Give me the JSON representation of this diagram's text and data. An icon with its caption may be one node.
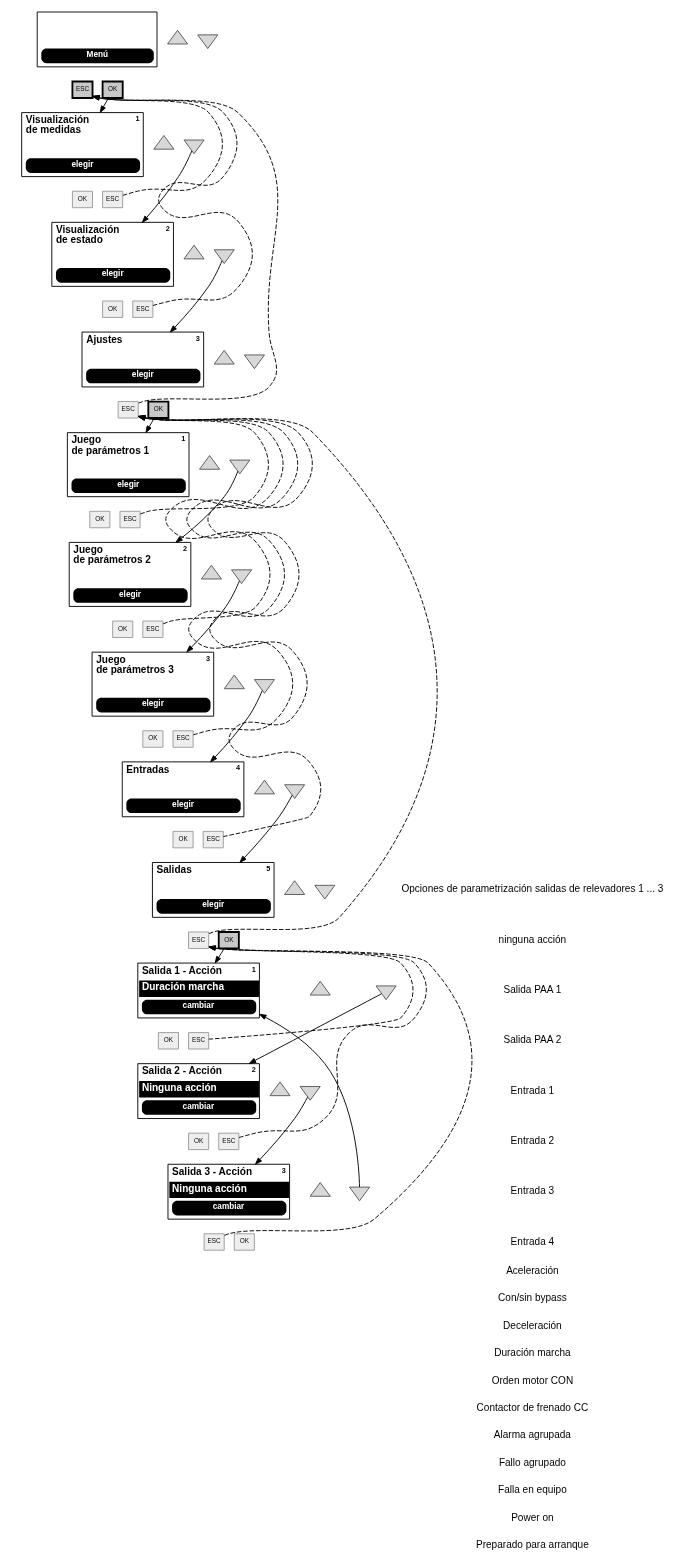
{
  "diagram": {
    "nodes": [
      {
        "text": [
          "Menú"
        ]
      },
      {
        "text": [],
        "shape": "triangle"
      },
      {
        "text": [],
        "shape": "invtriangle"
      },
      {
        "text": [
          "ESC"
        ]
      },
      {
        "text": [
          "OK"
        ]
      },
      {
        "text": [
          "Visualización de medidas",
          "1",
          "elegir"
        ]
      },
      {
        "text": [],
        "shape": "triangle"
      },
      {
        "text": [],
        "shape": "invtriangle"
      },
      {
        "text": [
          "ESC"
        ]
      },
      {
        "text": [
          "OK"
        ]
      },
      {
        "text": [
          "Visualización de estado",
          "2",
          "elegir"
        ]
      },
      {
        "text": [],
        "shape": "triangle"
      },
      {
        "text": [],
        "shape": "invtriangle"
      },
      {
        "text": [
          "ESC"
        ]
      },
      {
        "text": [
          "OK"
        ]
      },
      {
        "text": [
          "Ajustes",
          "3",
          "elegir"
        ]
      },
      {
        "text": [],
        "shape": "triangle"
      },
      {
        "text": [],
        "shape": "invtriangle"
      },
      {
        "text": [
          "ESC"
        ]
      },
      {
        "text": [
          "OK"
        ]
      },
      {
        "text": [
          "Juego de parámetros 1",
          "1",
          "elegir"
        ]
      },
      {
        "text": [],
        "shape": "triangle"
      },
      {
        "text": [],
        "shape": "invtriangle"
      },
      {
        "text": [
          "ESC"
        ]
      },
      {
        "text": [
          "OK"
        ]
      },
      {
        "text": [
          "Juego de parámetros 2",
          "2",
          "elegir"
        ]
      },
      {
        "text": [],
        "shape": "triangle"
      },
      {
        "text": [],
        "shape": "invtriangle"
      },
      {
        "text": [
          "ESC"
        ]
      },
      {
        "text": [
          "OK"
        ]
      },
      {
        "text": [
          "Juego de parámetros 3",
          "3",
          "elegir"
        ]
      },
      {
        "text": [],
        "shape": "triangle"
      },
      {
        "text": [],
        "shape": "invtriangle"
      },
      {
        "text": [
          "ESC"
        ]
      },
      {
        "text": [
          "OK"
        ]
      },
      {
        "text": [
          "Entradas",
          "4",
          "elegir"
        ]
      },
      {
        "text": [],
        "shape": "triangle"
      },
      {
        "text": [],
        "shape": "invtriangle"
      },
      {
        "text": [
          "ESC"
        ]
      },
      {
        "text": [
          "OK"
        ]
      },
      {
        "text": [
          "Salidas",
          "5",
          "elegir"
        ]
      },
      {
        "text": [],
        "shape": "triangle"
      },
      {
        "text": [],
        "shape": "invtriangle"
      },
      {
        "text": [
          "ESC"
        ]
      },
      {
        "text": [
          "OK"
        ]
      },
      {
        "text": [
          "Salida 1 - Acción",
          "1",
          "Duración marcha",
          "cambiar"
        ]
      },
      {
        "text": [],
        "shape": "triangle"
      },
      {
        "text": [],
        "shape": "invtriangle"
      },
      {
        "text": [
          "ESC"
        ]
      },
      {
        "text": [
          "OK"
        ]
      },
      {
        "text": [
          "Salida 2 - Acción",
          "2",
          "Ninguna acción",
          "cambiar"
        ]
      },
      {
        "text": [],
        "shape": "triangle"
      },
      {
        "text": [],
        "shape": "invtriangle"
      },
      {
        "text": [
          "ESC"
        ]
      },
      {
        "text": [
          "OK"
        ]
      },
      {
        "text": [
          "Salida 3 - Acción",
          "3",
          "Ninguna acción",
          "cambiar"
        ]
      },
      {
        "text": [],
        "shape": "triangle"
      },
      {
        "text": [],
        "shape": "invtriangle"
      },
      {
        "text": [
          "ESC"
        ]
      },
      {
        "text": [
          "OK"
        ]
      }
    ],
    "edges": [
      {
        "from": 4,
        "to": 5,
        "arrow": "to"
      },
      {
        "from": 7,
        "to": 10,
        "arrow": "to"
      },
      {
        "from": 12,
        "to": 15,
        "arrow": "to"
      },
      {
        "from": 19,
        "to": 20,
        "arrow": "to"
      },
      {
        "from": 22,
        "to": 25,
        "arrow": "to"
      },
      {
        "from": 27,
        "to": 30,
        "arrow": "to"
      },
      {
        "from": 32,
        "to": 35,
        "arrow": "to"
      },
      {
        "from": 37,
        "to": 40,
        "arrow": "to"
      },
      {
        "from": 44,
        "to": 45,
        "arrow": "to"
      },
      {
        "from": 47,
        "to": 50,
        "arrow": "to"
      },
      {
        "from": 52,
        "to": 55,
        "arrow": "to"
      },
      {
        "from": 57,
        "to": 45,
        "arrow": "to"
      },
      {
        "from": 8,
        "to": 3,
        "arrow": "to",
        "style": "dashed"
      },
      {
        "from": 13,
        "to": 3,
        "arrow": "to",
        "style": "dashed"
      },
      {
        "from": 18,
        "to": 3,
        "arrow": "to",
        "style": "dashed"
      },
      {
        "from": 23,
        "to": 18,
        "arrow": "to",
        "style": "dashed"
      },
      {
        "from": 28,
        "to": 18,
        "arrow": "to",
        "style": "dashed"
      },
      {
        "from": 33,
        "to": 18,
        "arrow": "to",
        "style": "dashed"
      },
      {
        "from": 38,
        "to": 18,
        "arrow": "to",
        "style": "dashed"
      },
      {
        "from": 43,
        "to": 18,
        "arrow": "to",
        "style": "dashed"
      },
      {
        "from": 48,
        "to": 43,
        "arrow": "to",
        "style": "dashed"
      },
      {
        "from": 53,
        "to": 43,
        "arrow": "to",
        "style": "dashed"
      },
      {
        "from": 58,
        "to": 43,
        "arrow": "to",
        "style": "dashed"
      }
    ],
    "labels": [
      "Opciones de parametrización salidas de relevadores 1 ... 3",
      "ninguna acción",
      "Salida PAA 1",
      "Salida PAA 2",
      "Entrada 1",
      "Entrada 2",
      "Entrada 3",
      "Entrada 4",
      "Aceleración",
      "Con/sin bypass",
      "Deceleración",
      "Duración marcha",
      "Orden motor CON",
      "Contactor de frenado CC",
      "Alarma agrupada",
      "Fallo agrupado",
      "Falla en equipo",
      "Power on",
      "Preparado para arranque"
    ]
  }
}
